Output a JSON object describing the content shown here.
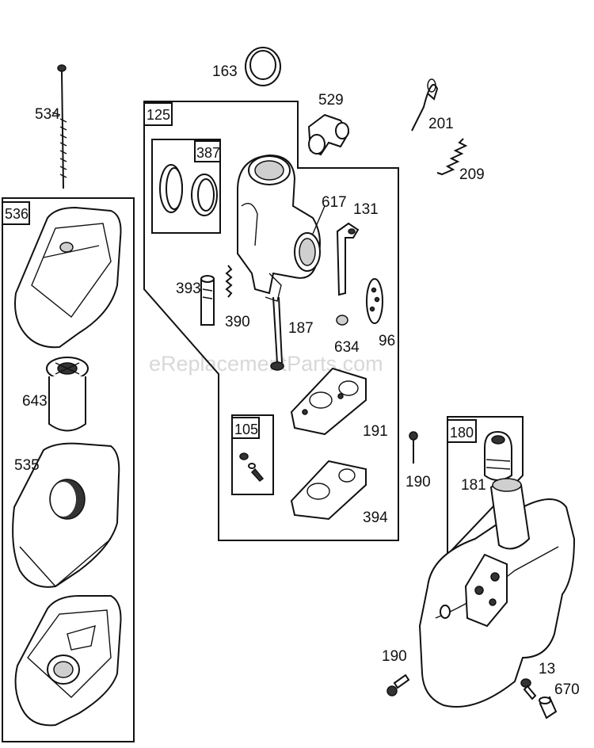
{
  "watermark": "eReplacementParts.com",
  "group_labels": {
    "g125": "125",
    "g387": "387",
    "g536": "536",
    "g105": "105",
    "g180": "180"
  },
  "part_labels": {
    "p163": "163",
    "p529": "529",
    "p534": "534",
    "p201": "201",
    "p209": "209",
    "p617": "617",
    "p131": "131",
    "p393": "393",
    "p390": "390",
    "p187": "187",
    "p634": "634",
    "p96": "96",
    "p643": "643",
    "p191": "191",
    "p190a": "190",
    "p535": "535",
    "p181": "181",
    "p394": "394",
    "p190b": "190",
    "p13": "13",
    "p670": "670"
  }
}
